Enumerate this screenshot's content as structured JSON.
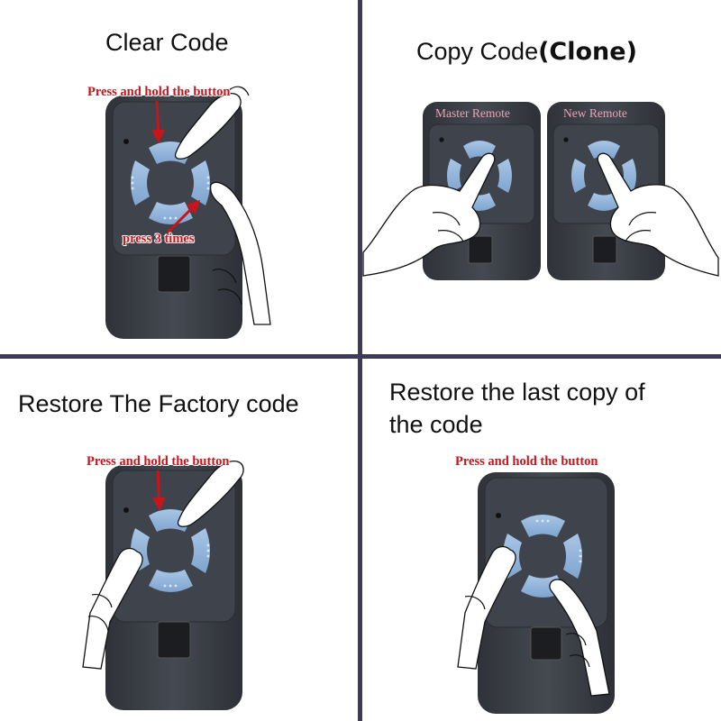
{
  "panels": {
    "clear_code": {
      "title": "Clear Code",
      "hold_note": "Press and hold the button",
      "press_note": "press 3 times"
    },
    "copy_code": {
      "title_main": "Copy Code",
      "title_paren": "(Clone)",
      "master_label": "Master Remote",
      "new_label": "New  Remote"
    },
    "restore_factory": {
      "title": "Restore The Factory code",
      "hold_note": "Press and hold the button"
    },
    "restore_last": {
      "title_line1": "Restore the last copy of",
      "title_line2": "the code",
      "hold_note": "Press and hold the button"
    }
  },
  "colors": {
    "divider": "#3d3b57",
    "remote_body": "#3a3d44",
    "button_blue": "#8fb3d9",
    "annotation_red": "#c8141a",
    "remote_label_pink": "#e9a3b7"
  }
}
